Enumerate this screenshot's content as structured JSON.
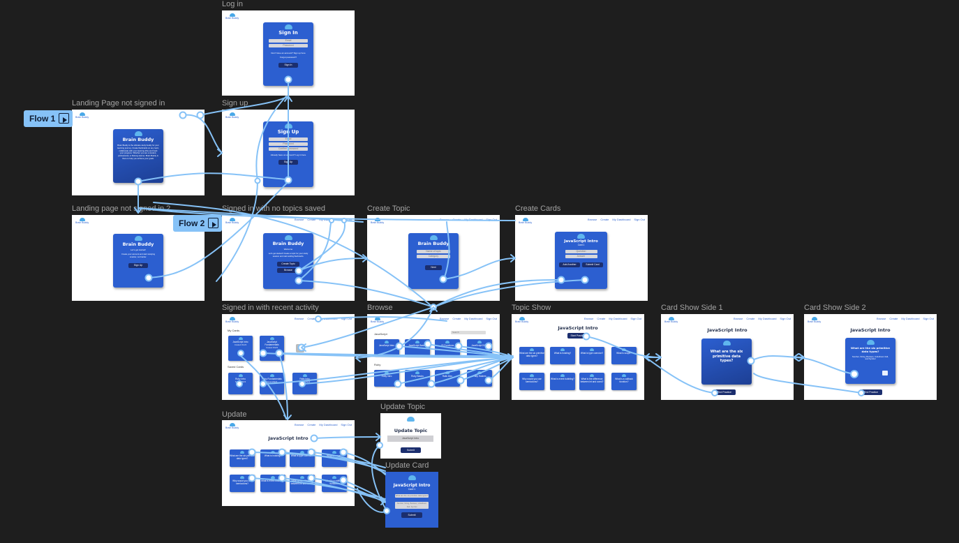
{
  "flows": [
    {
      "label": "Flow 1"
    },
    {
      "label": "Flow 2"
    }
  ],
  "frames": {
    "login": "Log in",
    "landing": "Landing Page not signed in",
    "signup": "Sign up",
    "landing2": "Landing page not signed in 2",
    "nosaved": "Signed in with no topics saved",
    "createtopic": "Create Topic",
    "createcards": "Create Cards",
    "recent": "Signed in with recent activity",
    "browse": "Browse",
    "topicshow": "Topic Show",
    "side1": "Card Show Side 1",
    "side2": "Card Show Side 2",
    "update": "Update",
    "updatetopic": "Update Topic",
    "updatecard": "Update Card"
  },
  "logo": "Brain Buddy",
  "nav": {
    "browse": "Browse",
    "create": "Create",
    "dash": "My Dashboard",
    "signout": "Sign Out"
  },
  "login": {
    "title": "Sign In",
    "email": "Email",
    "password": "Password",
    "note": "Don't have an account? Sign up here",
    "forgot": "Forgot password?",
    "submit": "Sign In"
  },
  "signup": {
    "title": "Sign Up",
    "email": "Email",
    "password": "Password",
    "confirm": "Confirm Password",
    "note": "Already have an account? Log in here",
    "submit": "Sign Up"
  },
  "landing": {
    "title": "Brain Buddy",
    "body": "Brain Buddy is the ultimate study buddy for your learning journey. Create flashcards on any topic, collaborate with your learning tribe and track your progress. Whether you are a student, professional, or lifelong learner, Brain Buddy is there to help you achieve your goals."
  },
  "landing2": {
    "title": "Brain Buddy",
    "sub": "Let's get started!",
    "body": "Create your account and start studying smarter, not harder.",
    "btn": "Sign Up"
  },
  "nosaved": {
    "title": "Brain Buddy",
    "sub": "Welcome",
    "body": "Let's get started! Create a topic for your study session and start adding flashcards.",
    "create": "Create Topic",
    "browse": "Browse"
  },
  "createtopic": {
    "title": "Brain Buddy",
    "input": "Name of topic",
    "select": "Category",
    "btn": "Next"
  },
  "createcards": {
    "title": "JavaScript Intro",
    "sub": "Card 1",
    "q": "Question",
    "a": "Answer",
    "add": "Add Another",
    "submit": "Submit Card"
  },
  "recent": {
    "mycards": "My Cards",
    "saved": "Saved Cards",
    "my": [
      {
        "title": "JavaScript Intro",
        "sub": "Created 3/1/23"
      },
      {
        "title": "JavaScript Fundamentals",
        "sub": "Created 3/4/23"
      }
    ],
    "savedlist": [
      {
        "title": "Ruby Intro",
        "sub": "Saved 3/5/23"
      },
      {
        "title": "Ruby Fundamentals",
        "sub": "Saved 3/5/23"
      },
      {
        "title": "Rails Intro",
        "sub": "Saved 3/6/23"
      }
    ],
    "add": "+"
  },
  "browse": {
    "search": "Search",
    "js": "JavaScript",
    "ruby": "Ruby",
    "jscards": [
      "JavaScript Intro",
      "JavaScript Basics",
      "JS Functions",
      "JavaScript DOM"
    ],
    "rubycards": [
      "Ruby Intro",
      "Ruby Basics",
      "Rails Intro",
      "Ruby Hashes"
    ]
  },
  "topicshow": {
    "title": "JavaScript Intro",
    "start": "Start Practice",
    "cards": [
      "What are the six primitive data types?",
      "What is hoisting?",
      "What is type coercion?",
      "What is scope?",
      "Why would you use semicolons?",
      "What is event bubbling?",
      "What is the difference between let and const?",
      "What is a callback function?"
    ]
  },
  "side1": {
    "title": "JavaScript Intro",
    "q": "What are the six primitive data types?",
    "end": "End Practice"
  },
  "side2": {
    "title": "JavaScript Intro",
    "q": "What are the six primitive data types?",
    "a": "Number, String, Boolean, Undefined, Null, and Symbol",
    "end": "End Practice"
  },
  "update": {
    "title": "JavaScript Intro",
    "cards": [
      "What are the six primitive data types?",
      "What is hoisting?",
      "What is type coercion?",
      "What is scope?",
      "Why would you use semicolons?",
      "What is event bubbling?",
      "What is the difference between let and const?",
      "What is a callback function?"
    ]
  },
  "updatetopic": {
    "title": "Update Topic",
    "input": "JavaScript Intro",
    "submit": "Submit"
  },
  "updatecard": {
    "title": "JavaScript Intro",
    "sub": "Card 1",
    "q": "What are the six primitive data types?",
    "a": "Number, String, Boolean, Undefined, Null, Symbol",
    "submit": "Submit"
  },
  "colors": {
    "canvas": "#1e1e1e",
    "frame_label": "#a3a3a3",
    "primary": "#2c5fd0",
    "dark_button": "#1b2e6e",
    "connector": "#86c2f7"
  }
}
